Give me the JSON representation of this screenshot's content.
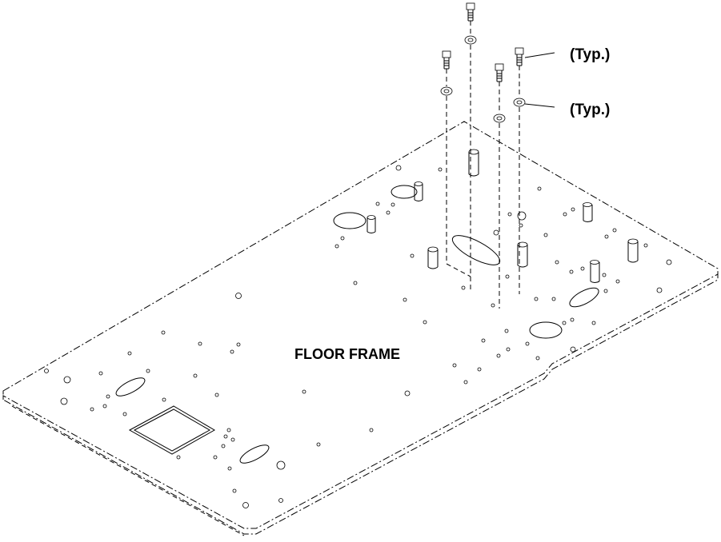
{
  "labels": {
    "frame": "FLOOR FRAME",
    "typ_bolt": "(Typ.)",
    "typ_washer": "(Typ.)"
  }
}
